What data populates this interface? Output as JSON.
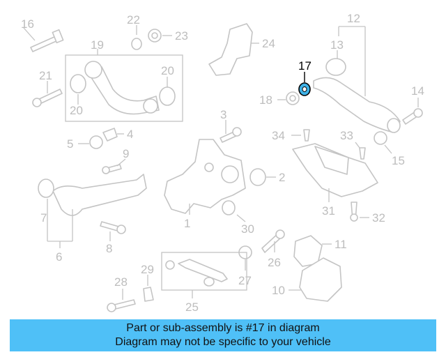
{
  "diagram": {
    "highlight_color": "#3eb1e6",
    "banner_color": "#4fc0f7",
    "callouts": {
      "c1": "1",
      "c2": "2",
      "c3": "3",
      "c4": "4",
      "c5": "5",
      "c6": "6",
      "c7": "7",
      "c8": "8",
      "c9": "9",
      "c10": "10",
      "c11": "11",
      "c12": "12",
      "c13": "13",
      "c14": "14",
      "c15": "15",
      "c16": "16",
      "c17": "17",
      "c18": "18",
      "c19": "19",
      "c20a": "20",
      "c20b": "20",
      "c21": "21",
      "c22": "22",
      "c23": "23",
      "c24": "24",
      "c25": "25",
      "c26": "26",
      "c27": "27",
      "c28": "28",
      "c29": "29",
      "c30": "30",
      "c31": "31",
      "c32": "32",
      "c33": "33",
      "c34": "34"
    },
    "highlighted_callout": "17"
  },
  "banner": {
    "line1": "Part or sub-assembly is #17 in diagram",
    "line2": "Diagram may not be specific to your vehicle"
  }
}
